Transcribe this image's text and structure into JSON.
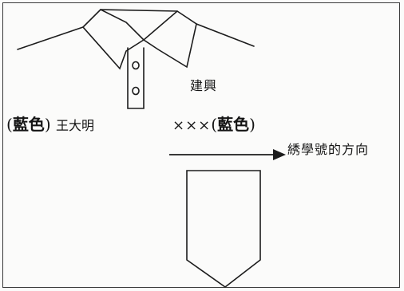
{
  "labels": {
    "left_color_open": "(",
    "left_color_text": "藍色",
    "left_color_close": ")",
    "name": "王大明",
    "school_name": "建興",
    "placeholder_marks": "×××",
    "right_color_open": "(",
    "right_color_text": "藍色",
    "right_color_close": ")",
    "direction_text": "綉學號的方向"
  },
  "colors": {
    "ink": "#141414",
    "paper": "#fbfbfa"
  }
}
